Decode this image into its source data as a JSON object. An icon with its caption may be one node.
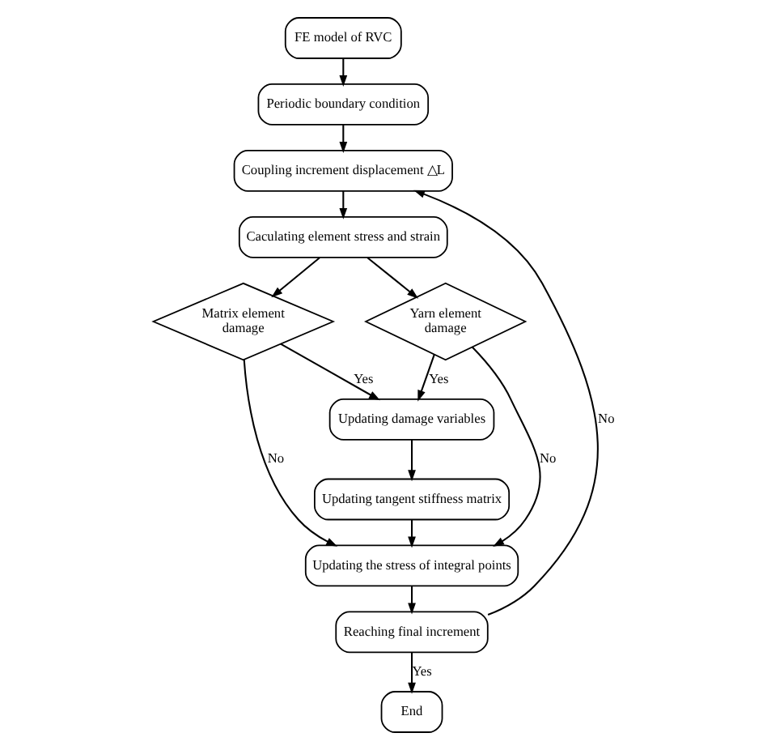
{
  "diagram": {
    "nodes": [
      {
        "text": [
          "FE model of RVC"
        ]
      },
      {
        "text": [
          "Periodic boundary condition"
        ]
      },
      {
        "text": [
          "Coupling increment displacement △L"
        ]
      },
      {
        "text": [
          "Caculating element stress and strain"
        ]
      },
      {
        "text": [
          "Matrix element damage"
        ]
      },
      {
        "text": [
          "Yarn element damage"
        ]
      },
      {
        "text": [
          "Updating damage variables"
        ]
      },
      {
        "text": [
          "Updating tangent stiffness matrix"
        ]
      },
      {
        "text": [
          "Updating the stress of integral points"
        ]
      },
      {
        "text": [
          "Reaching final increment"
        ]
      },
      {
        "text": [
          "End"
        ]
      }
    ],
    "edges": [
      {
        "from": 0,
        "to": 1,
        "arrow": "to"
      },
      {
        "from": 1,
        "to": 2,
        "arrow": "to"
      },
      {
        "from": 2,
        "to": 3,
        "arrow": "to"
      },
      {
        "from": 3,
        "to": 4,
        "arrow": "to"
      },
      {
        "from": 3,
        "to": 5,
        "arrow": "to"
      },
      {
        "from": 4,
        "to": 6,
        "arrow": "to",
        "label": "Yes"
      },
      {
        "from": 5,
        "to": 6,
        "arrow": "to",
        "label": "Yes"
      },
      {
        "from": 6,
        "to": 7,
        "arrow": "to"
      },
      {
        "from": 7,
        "to": 8,
        "arrow": "to"
      },
      {
        "from": 4,
        "to": 8,
        "arrow": "to",
        "label": "No"
      },
      {
        "from": 5,
        "to": 8,
        "arrow": "to",
        "label": "No"
      },
      {
        "from": 8,
        "to": 9,
        "arrow": "to"
      },
      {
        "from": 9,
        "to": 2,
        "arrow": "to",
        "label": "No"
      },
      {
        "from": 9,
        "to": 10,
        "arrow": "to",
        "label": "Yes"
      }
    ]
  }
}
